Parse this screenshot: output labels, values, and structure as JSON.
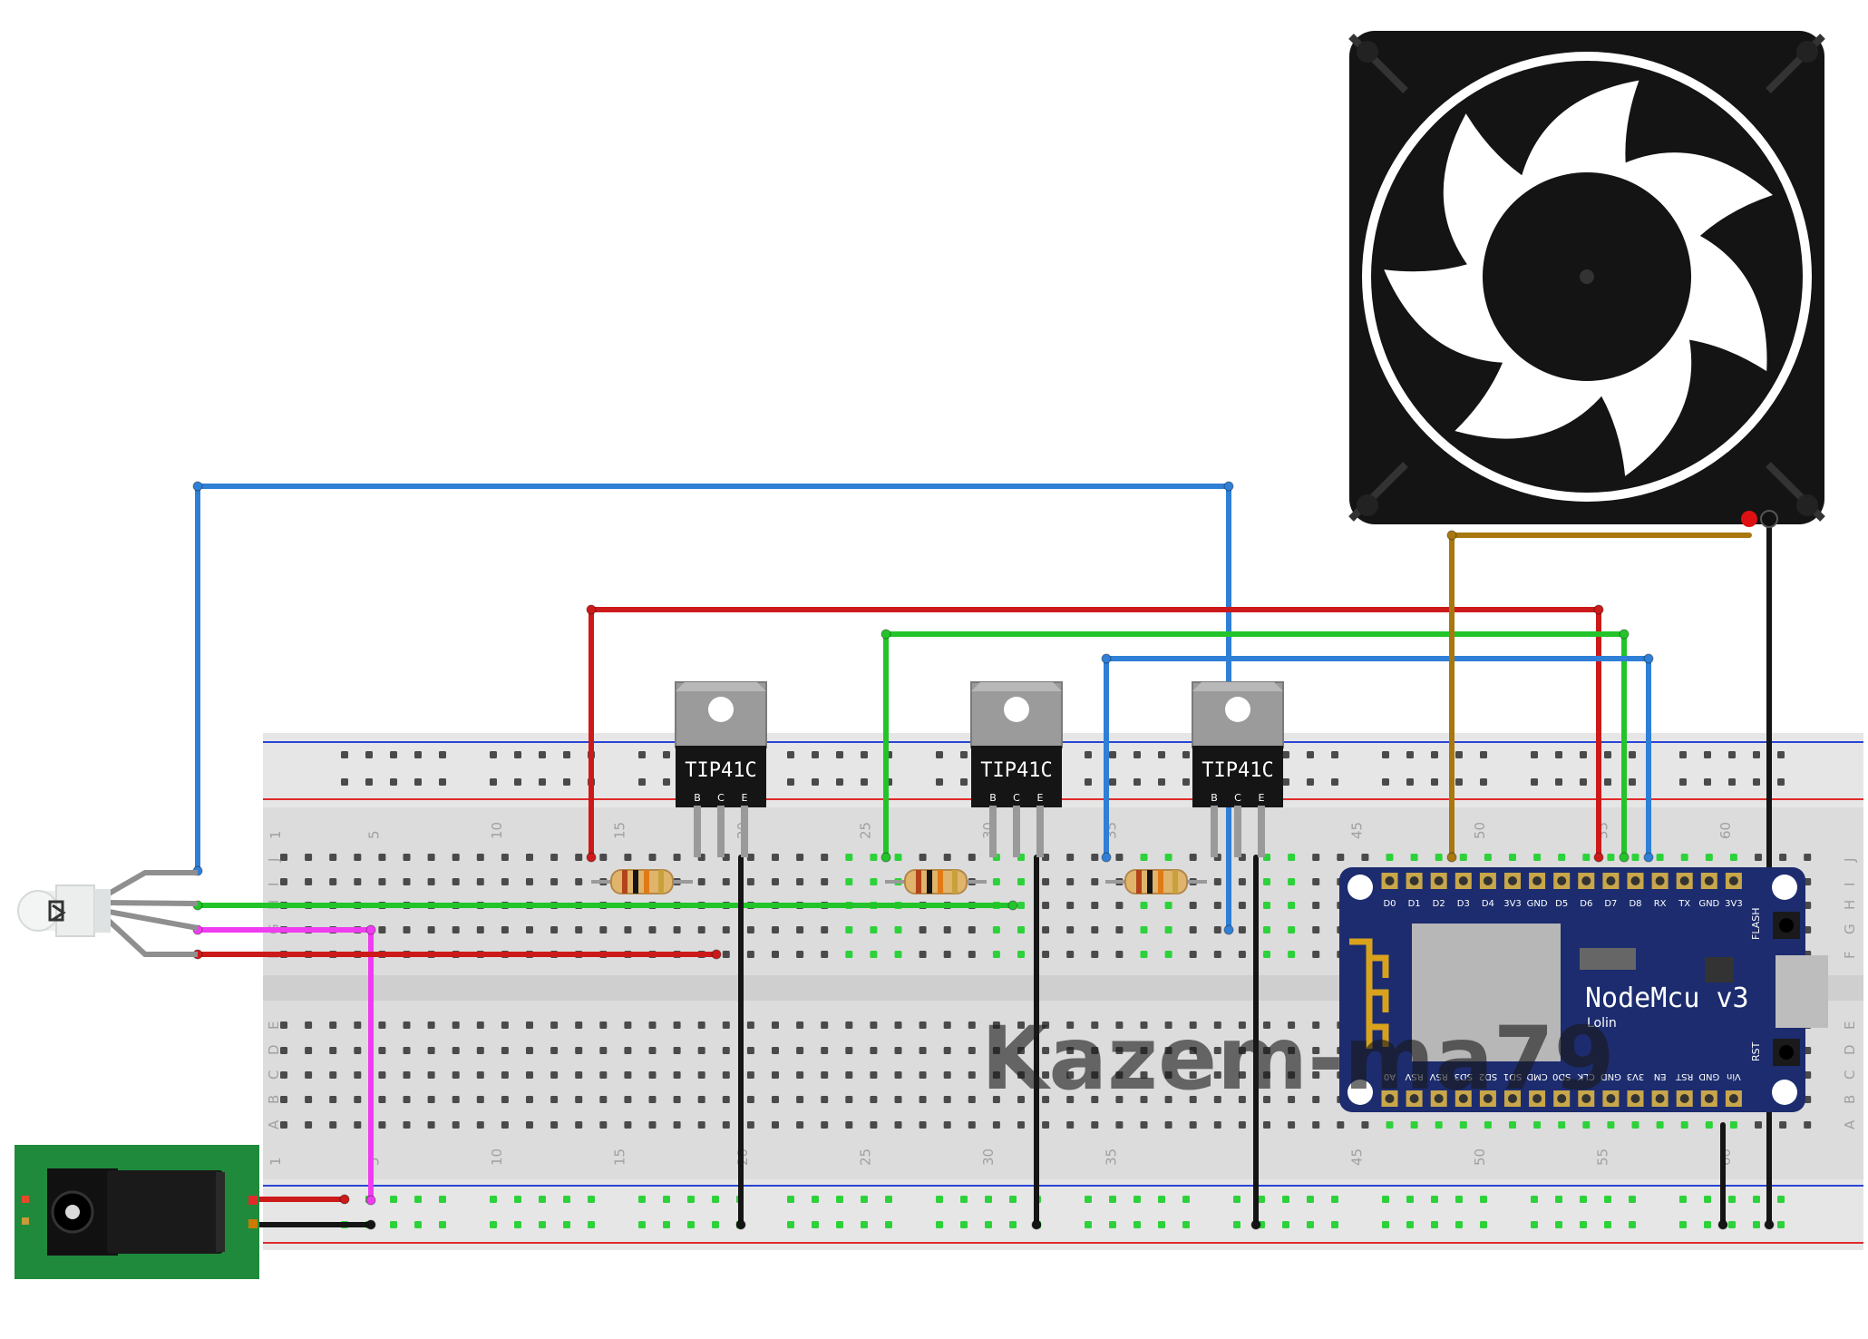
{
  "transistors": [
    {
      "label": "TIP41C",
      "pins": [
        "B",
        "C",
        "E"
      ]
    },
    {
      "label": "TIP41C",
      "pins": [
        "B",
        "C",
        "E"
      ]
    },
    {
      "label": "TIP41C",
      "pins": [
        "B",
        "C",
        "E"
      ]
    }
  ],
  "nodemcu": {
    "name": "NodeMcu v3",
    "maker": "Lolin",
    "top_pins": [
      "D0",
      "D1",
      "D2",
      "D3",
      "D4",
      "3V3",
      "GND",
      "D5",
      "D6",
      "D7",
      "D8",
      "RX",
      "TX",
      "GND",
      "3V3"
    ],
    "bottom_pins": [
      "A0",
      "RSV",
      "RSV",
      "SD3",
      "SD2",
      "SD1",
      "CMD",
      "SD0",
      "CLK",
      "GND",
      "3V3",
      "EN",
      "RST",
      "GND",
      "Vin"
    ],
    "flash_label": "FLASH",
    "rst_label": "RST"
  },
  "breadboard": {
    "top_numbers": [
      "1",
      "5",
      "10",
      "15",
      "20",
      "25",
      "30",
      "35",
      "45",
      "50",
      "55",
      "60"
    ],
    "bottom_numbers": [
      "1",
      "5",
      "10",
      "15",
      "20",
      "25",
      "30",
      "35",
      "45",
      "50",
      "55",
      "60"
    ],
    "rows_top": [
      "J",
      "I",
      "H",
      "G",
      "F"
    ],
    "rows_bottom": [
      "E",
      "D",
      "C",
      "B",
      "A"
    ],
    "rows_top_right": [
      "J",
      "I",
      "H",
      "G",
      "F"
    ],
    "rows_bottom_right": [
      "E",
      "D",
      "C",
      "B",
      "A"
    ]
  },
  "watermark": "Kazem-ma79",
  "colors": {
    "wire_blue": "#2f7fd6",
    "wire_red": "#cc1a1a",
    "wire_green": "#23c42a",
    "wire_pink": "#f03cf0",
    "wire_brown": "#a8770f",
    "wire_black": "#151515",
    "nodemcu_board": "#1c2c6e",
    "jack_board": "#1f8a3b"
  }
}
